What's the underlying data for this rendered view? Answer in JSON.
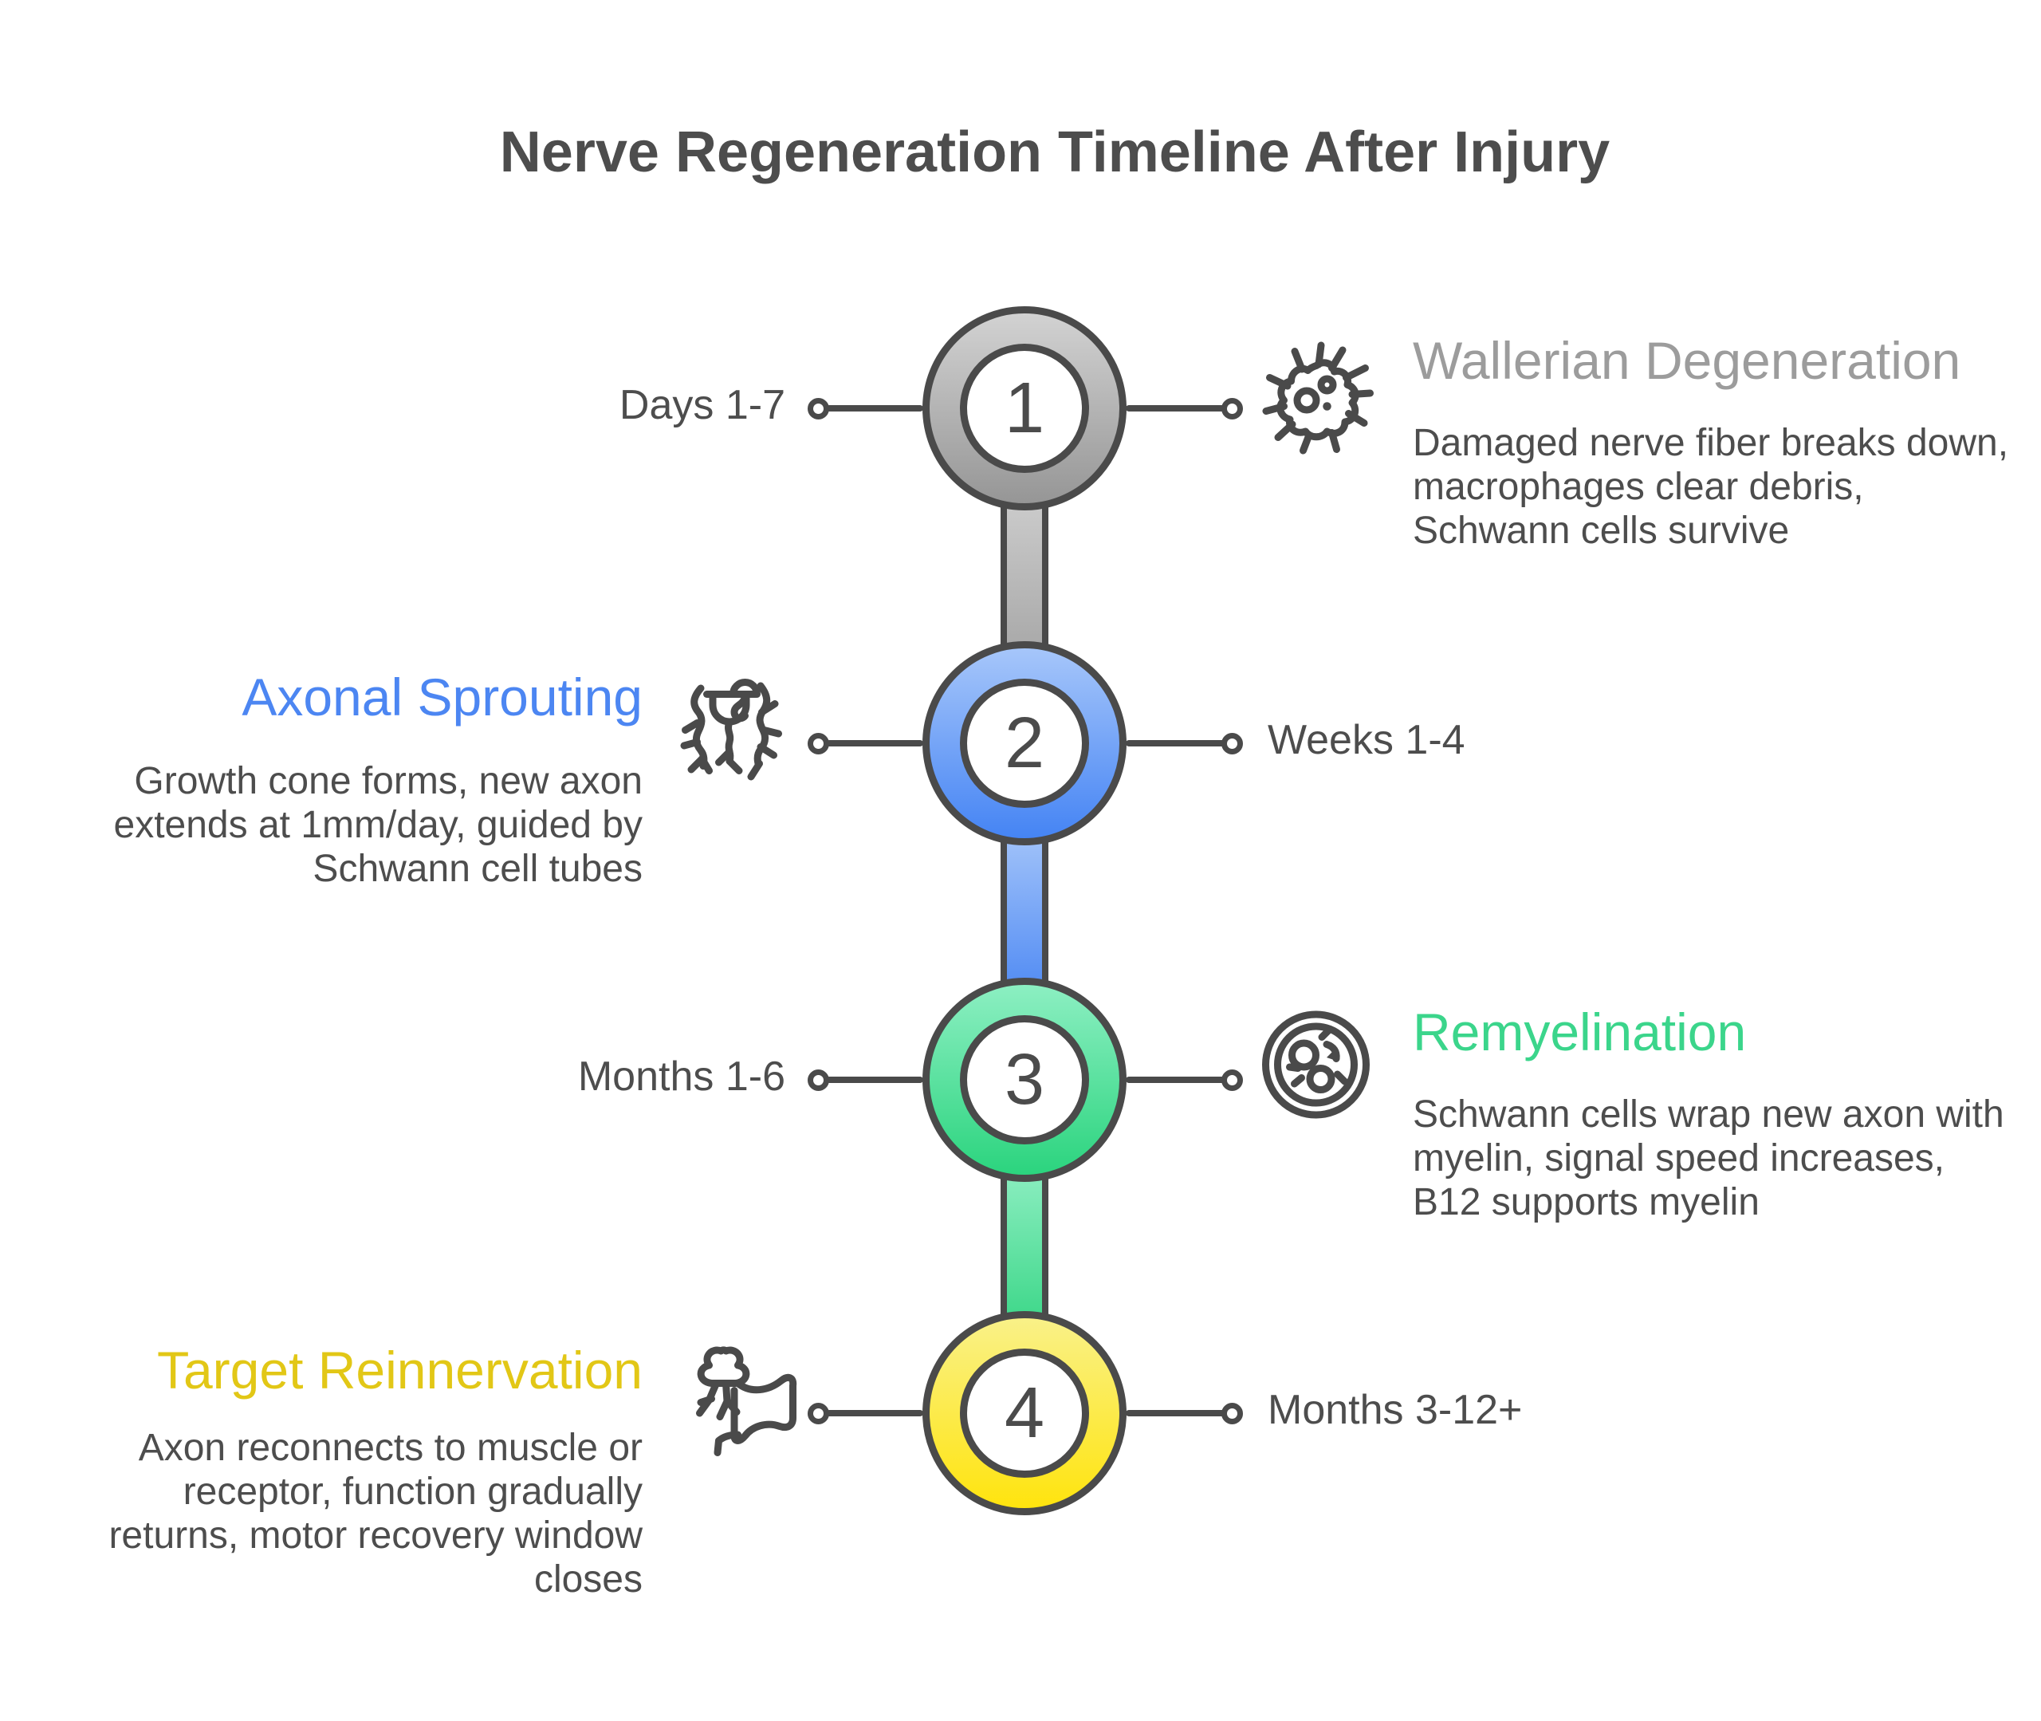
{
  "title": "Nerve Regeneration Timeline After Injury",
  "palette": {
    "background": "#ffffff",
    "ink": "#4a4a4a",
    "text": "#4d4d4d",
    "stage_gray_heading": "#9c9c9c",
    "stage_blue_heading": "#4c86f2",
    "stage_green_heading": "#3bd58b",
    "stage_yellow_heading": "#e2c716",
    "ring_gray_top": "#d2d2d2",
    "ring_gray_bottom": "#969696",
    "ring_blue_top": "#a6c6fa",
    "ring_blue_bottom": "#4584f4",
    "ring_green_top": "#8cefc2",
    "ring_green_bottom": "#2bd47e",
    "ring_yellow_top": "#f9f188",
    "ring_yellow_bottom": "#ffe40e"
  },
  "stages": [
    {
      "number": "1",
      "time_label": "Days 1-7",
      "time_side": "left",
      "heading": "Wallerian Degeneration",
      "description": "Damaged nerve fiber breaks down,\nmacrophages clear debris,\nSchwann cells survive",
      "icon": "macrophage-cell-icon",
      "color": "gray"
    },
    {
      "number": "2",
      "time_label": "Weeks 1-4",
      "time_side": "right",
      "heading": "Axonal Sprouting",
      "description": "Growth cone forms, new axon\nextends at 1mm/day, guided by\nSchwann cell tubes",
      "icon": "axon-sprout-icon",
      "color": "blue"
    },
    {
      "number": "3",
      "time_label": "Months 1-6",
      "time_side": "left",
      "heading": "Remyelination",
      "description": "Schwann cells wrap new axon with\nmyelin, signal speed increases,\nB12 supports myelin",
      "icon": "myelin-cross-section-icon",
      "color": "green"
    },
    {
      "number": "4",
      "time_label": "Months 3-12+",
      "time_side": "right",
      "heading": "Target Reinnervation",
      "description": "Axon reconnects to muscle or\nreceptor, function gradually\nreturns, motor recovery window\ncloses",
      "icon": "muscle-reinnervation-icon",
      "color": "yellow"
    }
  ]
}
